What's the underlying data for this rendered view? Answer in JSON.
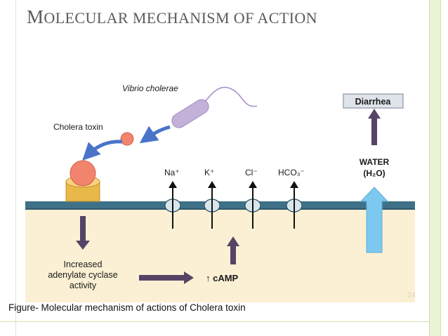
{
  "slide": {
    "title_initial": "M",
    "title_rest": "OLECULAR MECHANISM OF ACTION",
    "caption": "Figure- Molecular mechanism of actions of Cholera toxin",
    "page_number": "24"
  },
  "diagram": {
    "bacterium_label": "Vibrio cholerae",
    "toxin_label": "Cholera toxin",
    "ions": {
      "na": "Na⁺",
      "k": "K⁺",
      "cl": "Cl⁻",
      "hco3": "HCO₃⁻"
    },
    "water_label": "WATER",
    "water_formula": "(H₂O)",
    "diarrhea_label": "Diarrhea",
    "increased_line1": "Increased",
    "increased_line2": "adenylate cyclase",
    "increased_line3": "activity",
    "camp_label": "↑ cAMP"
  },
  "colors": {
    "membrane": "#3e7187",
    "cytoplasm": "#fbf0d4",
    "arrow_purple": "#564466",
    "water_arrow": "#7cc8ee",
    "toxin": "#f2846d",
    "receptor": "#e9b84a",
    "bacterium": "#c2b2d8",
    "blue_arrow": "#4a73c9"
  }
}
